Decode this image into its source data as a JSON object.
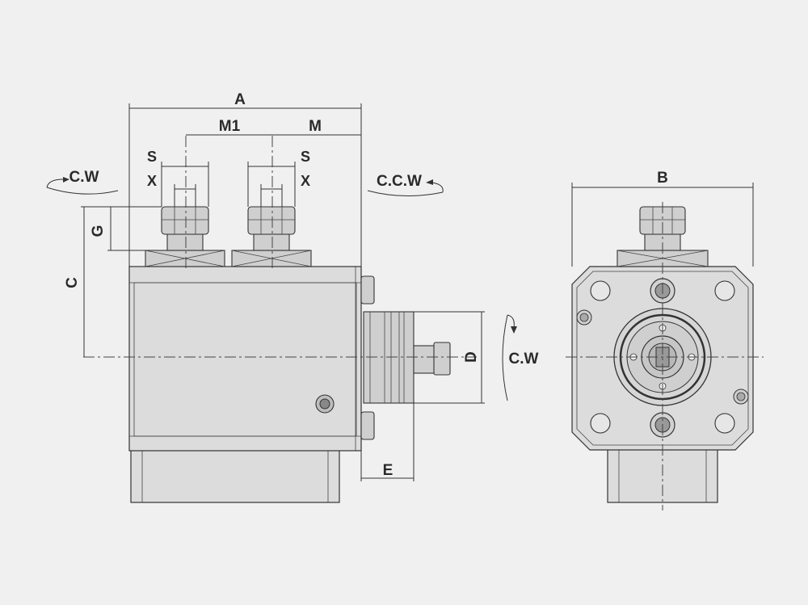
{
  "labels": {
    "A": "A",
    "M1": "M1",
    "M": "M",
    "S_left": "S",
    "X_left": "X",
    "S_right": "S",
    "X_right": "X",
    "G": "G",
    "C": "C",
    "D": "D",
    "E": "E",
    "B": "B",
    "cw_left": "C.W",
    "ccw": "C.C.W",
    "cw_right": "C.W"
  },
  "colors": {
    "background": "#f0f0f0",
    "body_fill": "#dcdcdc",
    "part_fill": "#cfcfcf",
    "line": "#333333"
  }
}
